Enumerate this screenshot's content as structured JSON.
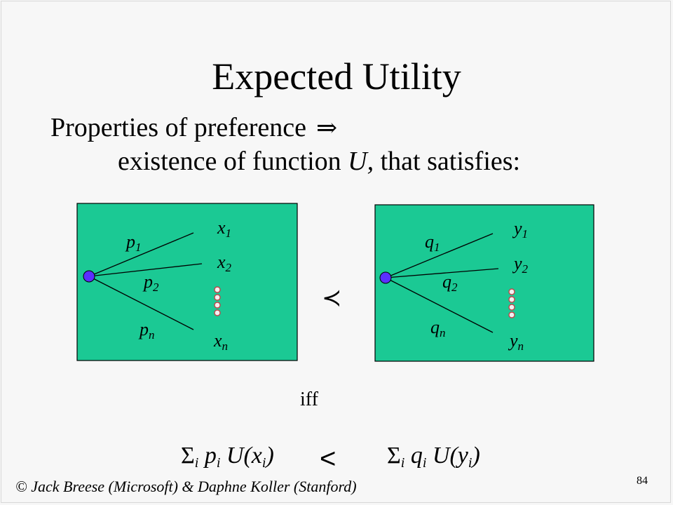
{
  "slide": {
    "title": "Expected Utility",
    "line1": "Properties of preference",
    "implies_symbol": "⇒",
    "line2_pre": "existence of function ",
    "line2_func": "U,",
    "line2_post": " that satisfies:",
    "iff": "iff",
    "credit": "© Jack Breese (Microsoft) & Daphne Koller (Stanford)",
    "page_number": "84",
    "colors": {
      "box_fill": "#1bc994",
      "node_fill": "#5b2fff",
      "dot_fill": "#f2f2f2"
    }
  },
  "lottery_left": {
    "probabilities": [
      {
        "base": "p",
        "sub": "1"
      },
      {
        "base": "p",
        "sub": "2"
      },
      {
        "base": "p",
        "sub": "n"
      }
    ],
    "outcomes": [
      {
        "base": "x",
        "sub": "1"
      },
      {
        "base": "x",
        "sub": "2"
      },
      {
        "base": "x",
        "sub": "n"
      }
    ]
  },
  "lottery_right": {
    "probabilities": [
      {
        "base": "q",
        "sub": "1"
      },
      {
        "base": "q",
        "sub": "2"
      },
      {
        "base": "q",
        "sub": "n"
      }
    ],
    "outcomes": [
      {
        "base": "y",
        "sub": "1"
      },
      {
        "base": "y",
        "sub": "2"
      },
      {
        "base": "y",
        "sub": "n"
      }
    ]
  },
  "relation": {
    "prec_symbol": "≺",
    "less_than": "<"
  },
  "formula": {
    "left": {
      "sigma": "Σ",
      "i1": "i",
      "p": "p",
      "i2": "i",
      "u": "U(x",
      "i3": "i",
      "close": ")"
    },
    "right": {
      "sigma": "Σ",
      "i1": "i",
      "q": "q",
      "i2": "i",
      "u": "U(y",
      "i3": "i",
      "close": ")"
    }
  }
}
